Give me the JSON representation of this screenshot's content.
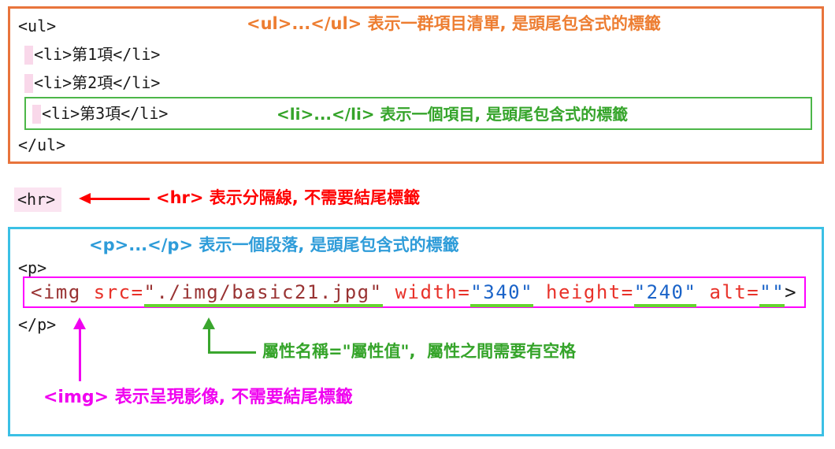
{
  "ul_section": {
    "open_tag": "<ul>",
    "annotation": "<ul>...</ul> 表示一群項目清單, 是頭尾包含式的標籤",
    "items": [
      "<li>第1項</li>",
      "<li>第2項</li>",
      "<li>第3項</li>"
    ],
    "li_annotation": "<li>...</li> 表示一個項目, 是頭尾包含式的標籤",
    "close_tag": "</ul>"
  },
  "hr_section": {
    "code": "<hr>",
    "annotation": "<hr> 表示分隔線, 不需要結尾標籤"
  },
  "p_section": {
    "annotation": "<p>...</p> 表示一個段落, 是頭尾包含式的標籤",
    "open_tag": "<p>",
    "img_line": {
      "tag_open": "<img ",
      "attrs": [
        {
          "name": "src=",
          "value": "\"./img/basic21.jpg\""
        },
        {
          "name": "width=",
          "value": "\"340\""
        },
        {
          "name": "height=",
          "value": "\"240\""
        },
        {
          "name": "alt=",
          "value": "\"\""
        }
      ],
      "tag_close": ">"
    },
    "close_tag": "</p>",
    "attr_annotation": "屬性名稱=\"屬性值\",  屬性之間需要有空格",
    "img_annotation": "<img> 表示呈現影像, 不需要結尾標籤"
  },
  "colors": {
    "orange_box": "#E8743C",
    "orange_text": "#ED7D31",
    "green_box": "#4CB648",
    "green_text": "#35A42A",
    "lime_underline": "#65D42F",
    "red": "#FF0000",
    "cyan_box": "#3BC0E5",
    "blue_text": "#2E9CD9",
    "magenta": "#F000F0",
    "code_maroon": "#993333",
    "code_attr_red": "#E8322A",
    "code_value_blue": "#1A63C8"
  }
}
